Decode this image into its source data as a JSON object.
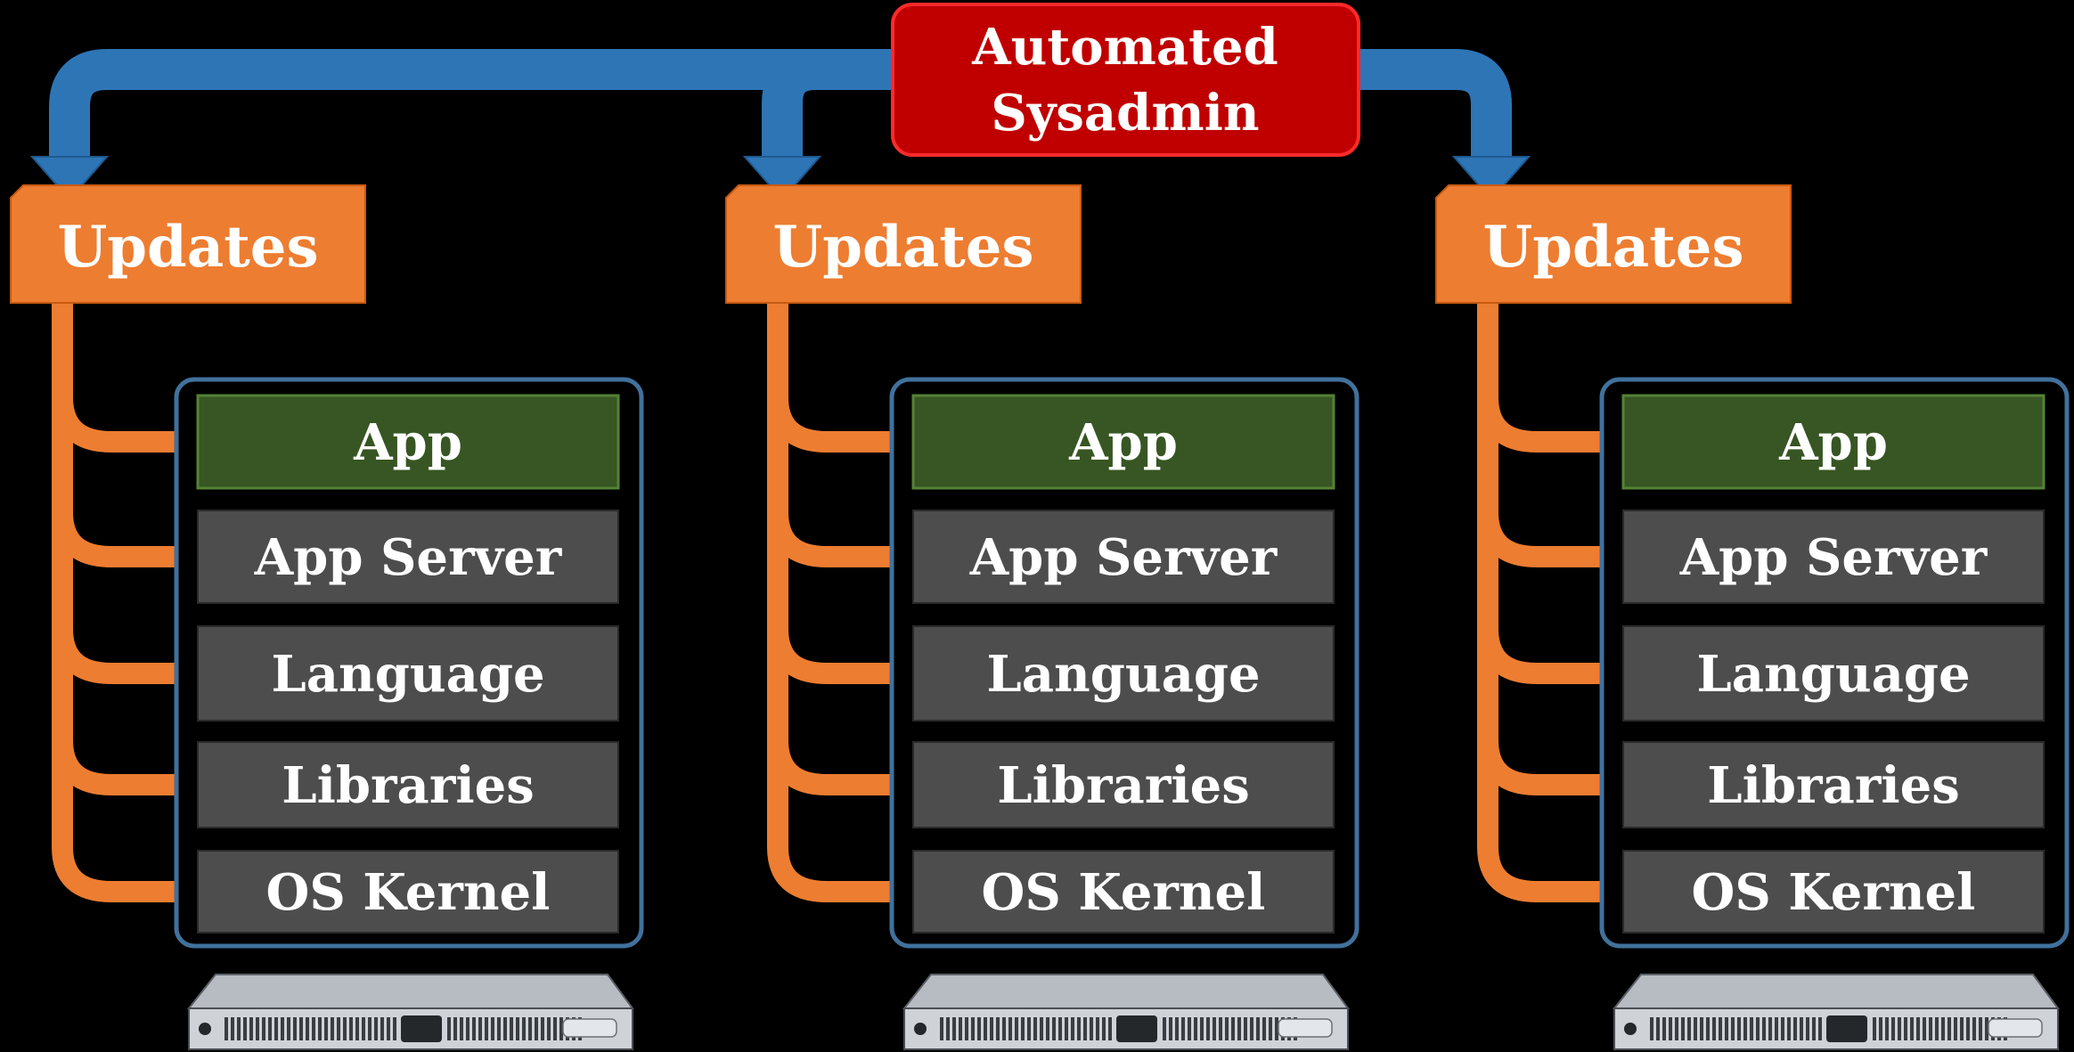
{
  "sysadmin": {
    "line1": "Automated",
    "line2": "Sysadmin"
  },
  "colors": {
    "background": "#000000",
    "sysadmin_fill": "#c00000",
    "flow_blue": "#2e75b6",
    "updates_orange": "#ed7d31",
    "frame_blue": "#41719c",
    "app_green": "#375623",
    "layer_gray": "#4d4d4d",
    "text_white": "#ffffff"
  },
  "stacks": [
    {
      "updates_label": "Updates",
      "layers": [
        "App",
        "App Server",
        "Language",
        "Libraries",
        "OS Kernel"
      ],
      "server_icon": "rack-server-icon"
    },
    {
      "updates_label": "Updates",
      "layers": [
        "App",
        "App Server",
        "Language",
        "Libraries",
        "OS Kernel"
      ],
      "server_icon": "rack-server-icon"
    },
    {
      "updates_label": "Updates",
      "layers": [
        "App",
        "App Server",
        "Language",
        "Libraries",
        "OS Kernel"
      ],
      "server_icon": "rack-server-icon"
    }
  ]
}
